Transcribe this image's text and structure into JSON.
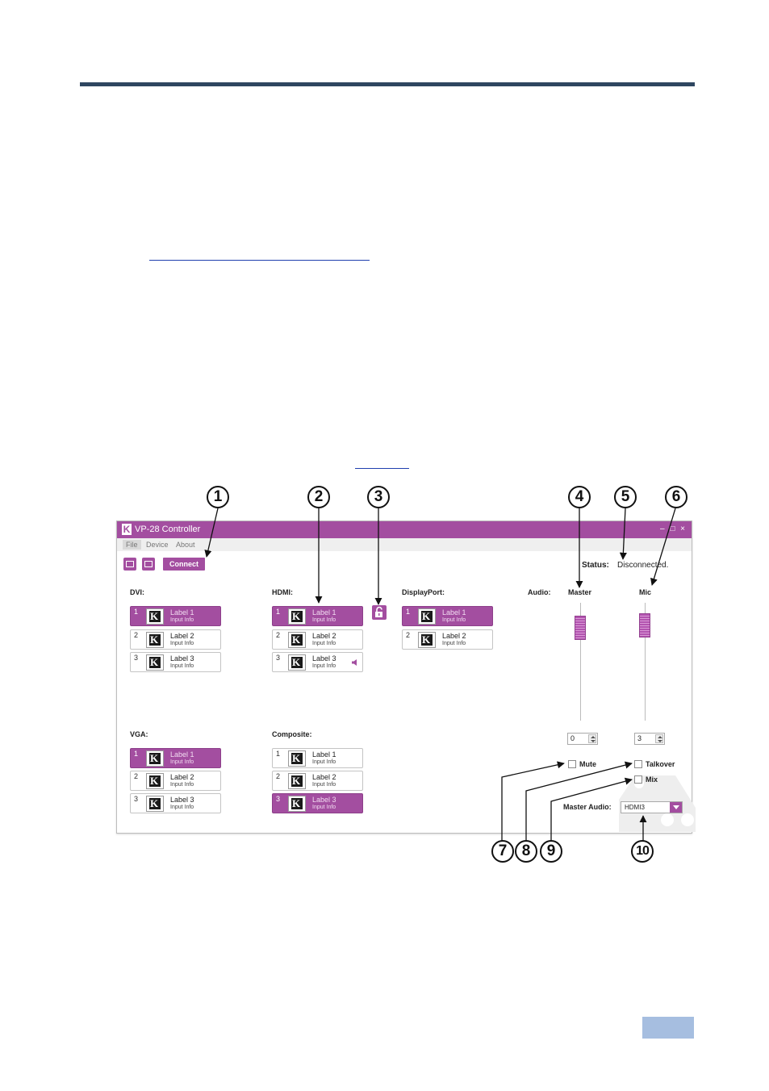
{
  "window": {
    "title": "VP-28 Controller",
    "logo_letter": "K",
    "window_controls": "– □ ×"
  },
  "menu": {
    "file": "File",
    "device": "Device",
    "about": "About"
  },
  "toolbar": {
    "connect_label": "Connect"
  },
  "status": {
    "label": "Status:",
    "value": "Disconnected."
  },
  "groups": {
    "dvi": {
      "title": "DVI:",
      "inputs": [
        {
          "num": "1",
          "label": "Label 1",
          "info": "Input Info"
        },
        {
          "num": "2",
          "label": "Label 2",
          "info": "Input Info"
        },
        {
          "num": "3",
          "label": "Label 3",
          "info": "Input Info"
        }
      ]
    },
    "hdmi": {
      "title": "HDMI:",
      "inputs": [
        {
          "num": "1",
          "label": "Label 1",
          "info": "Input Info"
        },
        {
          "num": "2",
          "label": "Label 2",
          "info": "Input Info"
        },
        {
          "num": "3",
          "label": "Label 3",
          "info": "Input Info"
        }
      ]
    },
    "displayport": {
      "title": "DisplayPort:",
      "inputs": [
        {
          "num": "1",
          "label": "Label 1",
          "info": "Input Info"
        },
        {
          "num": "2",
          "label": "Label 2",
          "info": "Input Info"
        }
      ]
    },
    "vga": {
      "title": "VGA:",
      "inputs": [
        {
          "num": "1",
          "label": "Label 1",
          "info": "Input Info"
        },
        {
          "num": "2",
          "label": "Label 2",
          "info": "Input Info"
        },
        {
          "num": "3",
          "label": "Label 3",
          "info": "Input Info"
        }
      ]
    },
    "composite": {
      "title": "Composite:",
      "inputs": [
        {
          "num": "1",
          "label": "Label 1",
          "info": "Input Info"
        },
        {
          "num": "2",
          "label": "Label 2",
          "info": "Input Info"
        },
        {
          "num": "3",
          "label": "Label 3",
          "info": "Input Info"
        }
      ]
    }
  },
  "audio": {
    "title": "Audio:",
    "master_label": "Master",
    "mic_label": "Mic",
    "master_value": "0",
    "mic_value": "3",
    "mute_label": "Mute",
    "talkover_label": "Talkover",
    "mix_label": "Mix",
    "master_audio_label": "Master Audio:",
    "master_audio_value": "HDMI3"
  },
  "callouts": [
    "1",
    "2",
    "3",
    "4",
    "5",
    "6",
    "7",
    "8",
    "9",
    "10"
  ],
  "colors": {
    "accent": "#a34ea0",
    "rule": "#2e4660",
    "page_box": "#a6bee0"
  }
}
